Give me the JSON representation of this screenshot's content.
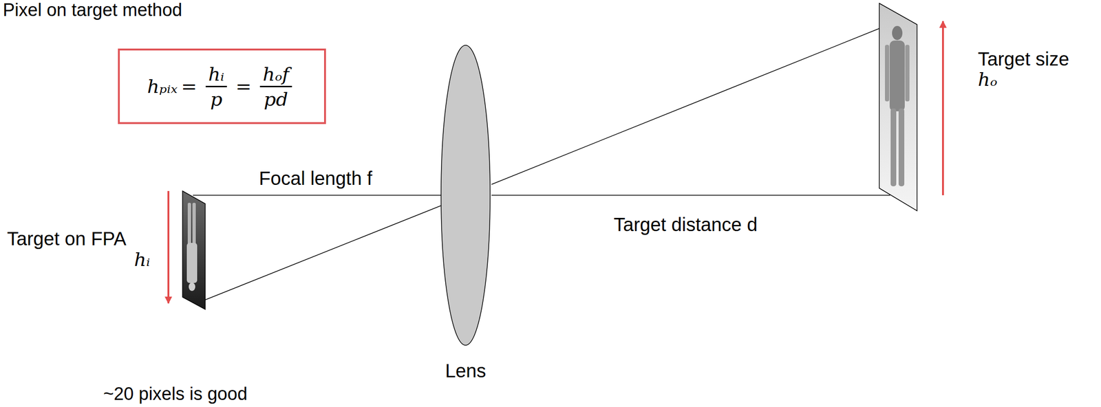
{
  "diagram": {
    "title": "Pixel on target method",
    "nodes": [
      {
        "text": [
          "hₚᵢₓ",
          "=",
          "hᵢ",
          "p",
          "=",
          "hₒf",
          "pd"
        ]
      }
    ],
    "labels": [
      "Focal length f",
      "Target on FPA",
      "hᵢ",
      "Target size",
      "hₒ",
      "Target distance d",
      "Lens",
      "~20 pixels is good"
    ]
  }
}
